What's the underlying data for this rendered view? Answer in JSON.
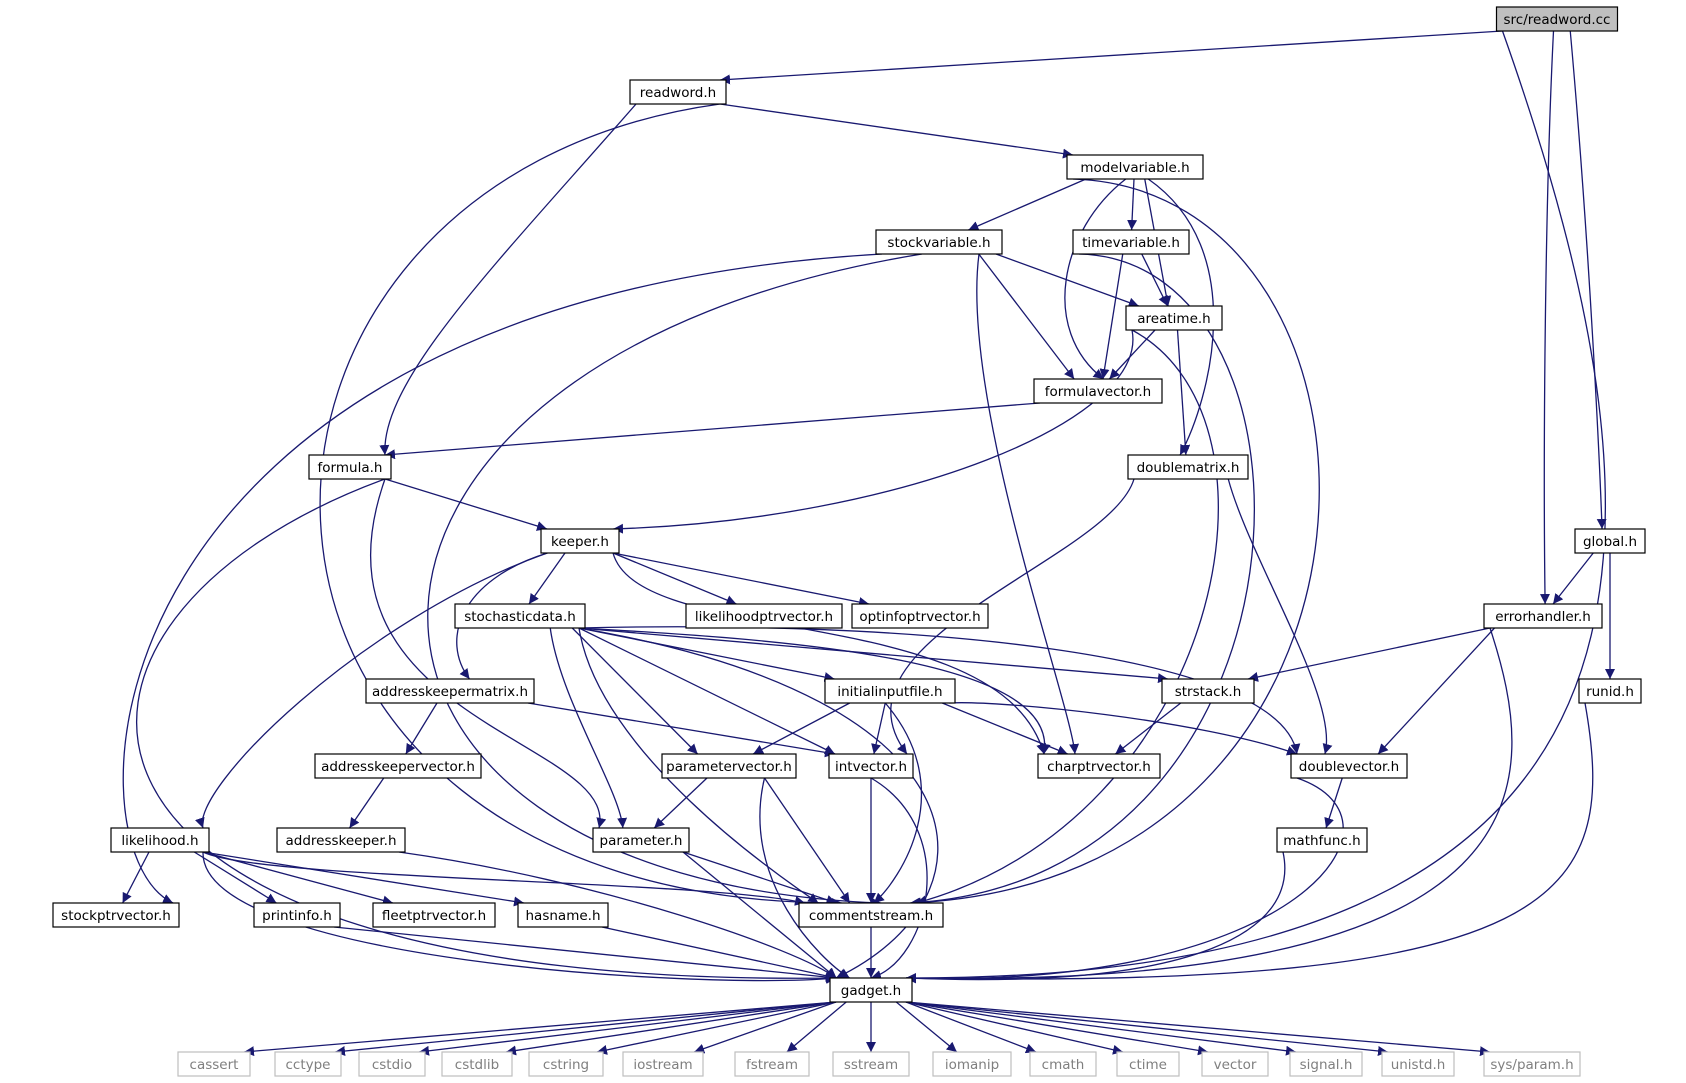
{
  "diagram": {
    "colors": {
      "edge": "#191970",
      "node_border": "#000000",
      "node_fill": "#ffffff",
      "root_fill": "#bfbfbf",
      "system_border": "#bfbfbf",
      "system_text": "#7f7f7f"
    },
    "nodes": [
      {
        "id": "readword_cc",
        "label": "src/readword.cc",
        "kind": "root"
      },
      {
        "id": "readword_h",
        "label": "readword.h",
        "kind": "header"
      },
      {
        "id": "modelvariable_h",
        "label": "modelvariable.h",
        "kind": "header"
      },
      {
        "id": "stockvariable_h",
        "label": "stockvariable.h",
        "kind": "header"
      },
      {
        "id": "timevariable_h",
        "label": "timevariable.h",
        "kind": "header"
      },
      {
        "id": "areatime_h",
        "label": "areatime.h",
        "kind": "header"
      },
      {
        "id": "formulavector_h",
        "label": "formulavector.h",
        "kind": "header"
      },
      {
        "id": "formula_h",
        "label": "formula.h",
        "kind": "header"
      },
      {
        "id": "doublematrix_h",
        "label": "doublematrix.h",
        "kind": "header"
      },
      {
        "id": "keeper_h",
        "label": "keeper.h",
        "kind": "header"
      },
      {
        "id": "global_h",
        "label": "global.h",
        "kind": "header"
      },
      {
        "id": "stochasticdata_h",
        "label": "stochasticdata.h",
        "kind": "header"
      },
      {
        "id": "likelihoodptrvector_h",
        "label": "likelihoodptrvector.h",
        "kind": "header"
      },
      {
        "id": "optinfoptrvector_h",
        "label": "optinfoptrvector.h",
        "kind": "header"
      },
      {
        "id": "errorhandler_h",
        "label": "errorhandler.h",
        "kind": "header"
      },
      {
        "id": "addresskeepermatrix_h",
        "label": "addresskeepermatrix.h",
        "kind": "header"
      },
      {
        "id": "initialinputfile_h",
        "label": "initialinputfile.h",
        "kind": "header"
      },
      {
        "id": "strstack_h",
        "label": "strstack.h",
        "kind": "header"
      },
      {
        "id": "runid_h",
        "label": "runid.h",
        "kind": "header"
      },
      {
        "id": "addresskeepervector_h",
        "label": "addresskeepervector.h",
        "kind": "header"
      },
      {
        "id": "parametervector_h",
        "label": "parametervector.h",
        "kind": "header"
      },
      {
        "id": "intvector_h",
        "label": "intvector.h",
        "kind": "header"
      },
      {
        "id": "charptrvector_h",
        "label": "charptrvector.h",
        "kind": "header"
      },
      {
        "id": "doublevector_h",
        "label": "doublevector.h",
        "kind": "header"
      },
      {
        "id": "likelihood_h",
        "label": "likelihood.h",
        "kind": "header"
      },
      {
        "id": "addresskeeper_h",
        "label": "addresskeeper.h",
        "kind": "header"
      },
      {
        "id": "parameter_h",
        "label": "parameter.h",
        "kind": "header"
      },
      {
        "id": "mathfunc_h",
        "label": "mathfunc.h",
        "kind": "header"
      },
      {
        "id": "stockptrvector_h",
        "label": "stockptrvector.h",
        "kind": "header"
      },
      {
        "id": "printinfo_h",
        "label": "printinfo.h",
        "kind": "header"
      },
      {
        "id": "fleetptrvector_h",
        "label": "fleetptrvector.h",
        "kind": "header"
      },
      {
        "id": "hasname_h",
        "label": "hasname.h",
        "kind": "header"
      },
      {
        "id": "commentstream_h",
        "label": "commentstream.h",
        "kind": "header"
      },
      {
        "id": "gadget_h",
        "label": "gadget.h",
        "kind": "header"
      },
      {
        "id": "cassert",
        "label": "cassert",
        "kind": "system"
      },
      {
        "id": "cctype",
        "label": "cctype",
        "kind": "system"
      },
      {
        "id": "cstdio",
        "label": "cstdio",
        "kind": "system"
      },
      {
        "id": "cstdlib",
        "label": "cstdlib",
        "kind": "system"
      },
      {
        "id": "cstring",
        "label": "cstring",
        "kind": "system"
      },
      {
        "id": "iostream",
        "label": "iostream",
        "kind": "system"
      },
      {
        "id": "fstream",
        "label": "fstream",
        "kind": "system"
      },
      {
        "id": "sstream",
        "label": "sstream",
        "kind": "system"
      },
      {
        "id": "iomanip",
        "label": "iomanip",
        "kind": "system"
      },
      {
        "id": "cmath",
        "label": "cmath",
        "kind": "system"
      },
      {
        "id": "ctime",
        "label": "ctime",
        "kind": "system"
      },
      {
        "id": "vector",
        "label": "vector",
        "kind": "system"
      },
      {
        "id": "signal_h",
        "label": "signal.h",
        "kind": "system"
      },
      {
        "id": "unistd_h",
        "label": "unistd.h",
        "kind": "system"
      },
      {
        "id": "sys_param_h",
        "label": "sys/param.h",
        "kind": "system"
      }
    ],
    "edges": [
      [
        "readword_cc",
        "readword_h"
      ],
      [
        "readword_cc",
        "errorhandler_h"
      ],
      [
        "readword_cc",
        "global_h"
      ],
      [
        "readword_cc",
        "gadget_h"
      ],
      [
        "readword_h",
        "modelvariable_h"
      ],
      [
        "readword_h",
        "formula_h"
      ],
      [
        "readword_h",
        "commentstream_h"
      ],
      [
        "modelvariable_h",
        "stockvariable_h"
      ],
      [
        "modelvariable_h",
        "timevariable_h"
      ],
      [
        "modelvariable_h",
        "formulavector_h"
      ],
      [
        "modelvariable_h",
        "areatime_h"
      ],
      [
        "modelvariable_h",
        "doublematrix_h"
      ],
      [
        "modelvariable_h",
        "commentstream_h"
      ],
      [
        "stockvariable_h",
        "areatime_h"
      ],
      [
        "stockvariable_h",
        "formulavector_h"
      ],
      [
        "stockvariable_h",
        "charptrvector_h"
      ],
      [
        "stockvariable_h",
        "stockptrvector_h"
      ],
      [
        "stockvariable_h",
        "commentstream_h"
      ],
      [
        "timevariable_h",
        "areatime_h"
      ],
      [
        "timevariable_h",
        "formulavector_h"
      ],
      [
        "timevariable_h",
        "commentstream_h"
      ],
      [
        "areatime_h",
        "formulavector_h"
      ],
      [
        "areatime_h",
        "keeper_h"
      ],
      [
        "areatime_h",
        "doublematrix_h"
      ],
      [
        "areatime_h",
        "commentstream_h"
      ],
      [
        "formulavector_h",
        "formula_h"
      ],
      [
        "formula_h",
        "keeper_h"
      ],
      [
        "formula_h",
        "parameter_h"
      ],
      [
        "formula_h",
        "gadget_h"
      ],
      [
        "doublematrix_h",
        "doublevector_h"
      ],
      [
        "doublematrix_h",
        "intvector_h"
      ],
      [
        "keeper_h",
        "stochasticdata_h"
      ],
      [
        "keeper_h",
        "likelihoodptrvector_h"
      ],
      [
        "keeper_h",
        "optinfoptrvector_h"
      ],
      [
        "keeper_h",
        "addresskeepermatrix_h"
      ],
      [
        "keeper_h",
        "likelihood_h"
      ],
      [
        "keeper_h",
        "charptrvector_h"
      ],
      [
        "stochasticdata_h",
        "strstack_h"
      ],
      [
        "stochasticdata_h",
        "initialinputfile_h"
      ],
      [
        "stochasticdata_h",
        "parametervector_h"
      ],
      [
        "stochasticdata_h",
        "intvector_h"
      ],
      [
        "stochasticdata_h",
        "parameter_h"
      ],
      [
        "stochasticdata_h",
        "commentstream_h"
      ],
      [
        "stochasticdata_h",
        "doublevector_h"
      ],
      [
        "stochasticdata_h",
        "charptrvector_h"
      ],
      [
        "stochasticdata_h",
        "gadget_h"
      ],
      [
        "global_h",
        "errorhandler_h"
      ],
      [
        "global_h",
        "runid_h"
      ],
      [
        "errorhandler_h",
        "strstack_h"
      ],
      [
        "errorhandler_h",
        "doublevector_h"
      ],
      [
        "errorhandler_h",
        "gadget_h"
      ],
      [
        "addresskeepermatrix_h",
        "addresskeepervector_h"
      ],
      [
        "addresskeepermatrix_h",
        "intvector_h"
      ],
      [
        "initialinputfile_h",
        "parametervector_h"
      ],
      [
        "initialinputfile_h",
        "intvector_h"
      ],
      [
        "initialinputfile_h",
        "charptrvector_h"
      ],
      [
        "initialinputfile_h",
        "doublevector_h"
      ],
      [
        "initialinputfile_h",
        "commentstream_h"
      ],
      [
        "strstack_h",
        "charptrvector_h"
      ],
      [
        "runid_h",
        "gadget_h"
      ],
      [
        "addresskeepervector_h",
        "addresskeeper_h"
      ],
      [
        "addresskeeper_h",
        "gadget_h"
      ],
      [
        "parametervector_h",
        "parameter_h"
      ],
      [
        "parametervector_h",
        "commentstream_h"
      ],
      [
        "parametervector_h",
        "gadget_h"
      ],
      [
        "intvector_h",
        "commentstream_h"
      ],
      [
        "intvector_h",
        "gadget_h"
      ],
      [
        "doublevector_h",
        "mathfunc_h"
      ],
      [
        "doublevector_h",
        "gadget_h"
      ],
      [
        "likelihood_h",
        "stockptrvector_h"
      ],
      [
        "likelihood_h",
        "printinfo_h"
      ],
      [
        "likelihood_h",
        "fleetptrvector_h"
      ],
      [
        "likelihood_h",
        "hasname_h"
      ],
      [
        "likelihood_h",
        "commentstream_h"
      ],
      [
        "likelihood_h",
        "gadget_h"
      ],
      [
        "parameter_h",
        "commentstream_h"
      ],
      [
        "parameter_h",
        "gadget_h"
      ],
      [
        "mathfunc_h",
        "gadget_h"
      ],
      [
        "printinfo_h",
        "gadget_h"
      ],
      [
        "hasname_h",
        "gadget_h"
      ],
      [
        "commentstream_h",
        "gadget_h"
      ],
      [
        "gadget_h",
        "cassert"
      ],
      [
        "gadget_h",
        "cctype"
      ],
      [
        "gadget_h",
        "cstdio"
      ],
      [
        "gadget_h",
        "cstdlib"
      ],
      [
        "gadget_h",
        "cstring"
      ],
      [
        "gadget_h",
        "iostream"
      ],
      [
        "gadget_h",
        "fstream"
      ],
      [
        "gadget_h",
        "sstream"
      ],
      [
        "gadget_h",
        "iomanip"
      ],
      [
        "gadget_h",
        "cmath"
      ],
      [
        "gadget_h",
        "ctime"
      ],
      [
        "gadget_h",
        "vector"
      ],
      [
        "gadget_h",
        "signal_h"
      ],
      [
        "gadget_h",
        "unistd_h"
      ],
      [
        "gadget_h",
        "sys_param_h"
      ]
    ]
  }
}
